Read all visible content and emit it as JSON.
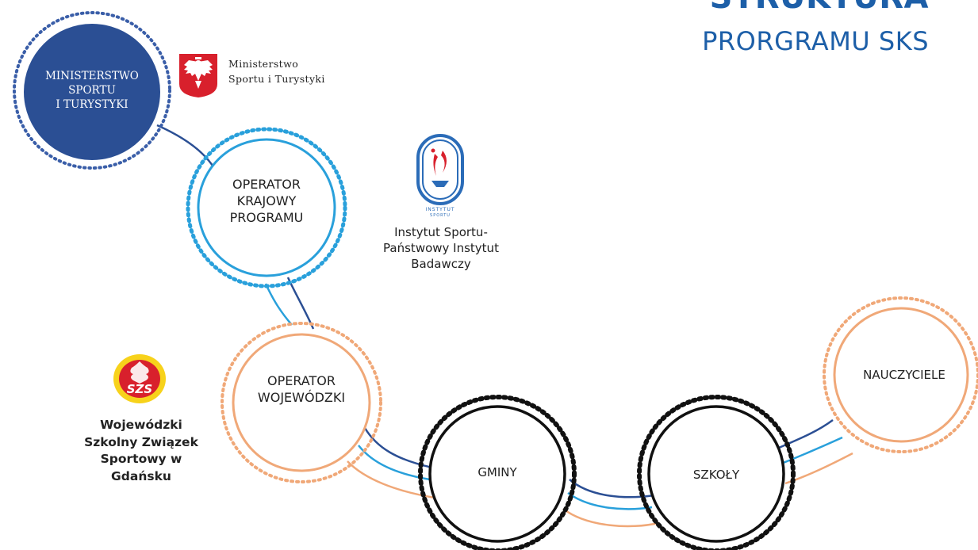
{
  "header": {
    "title_line1": "STRUKTURA",
    "title_line2": "PRORGRAMU SKS"
  },
  "nodes": {
    "ministry": "MINISTERSTWO\nSPORTU\nI TURYSTYKI",
    "national_operator": "OPERATOR\nKRAJOWY\nPROGRAMU",
    "regional_operator": "OPERATOR\nWOJEWÓDZKI",
    "municipalities": "GMINY",
    "schools": "SZKOŁY",
    "teachers": "NAUCZYCIELE"
  },
  "captions": {
    "ministry_logo_text": "Ministerstwo\nSportu i Turystyki",
    "institute_logo_mark": "INSTYTUT\nSPORTU",
    "institute": "Instytut Sportu-\nPaństwowy Instytut\nBadawczy",
    "szs_logo_mark": "SZS",
    "szs": "Wojewódzki\nSzkolny Związek\nSportowy w\nGdańsku"
  },
  "colors": {
    "title_blue": "#1d5fa8",
    "ministry_navy": "#2b4f94",
    "ministry_dots": "#3a5ea8",
    "national_blue": "#29a0db",
    "regional_orange": "#f0a878",
    "black": "#111111",
    "emblem_red": "#d8202c"
  }
}
